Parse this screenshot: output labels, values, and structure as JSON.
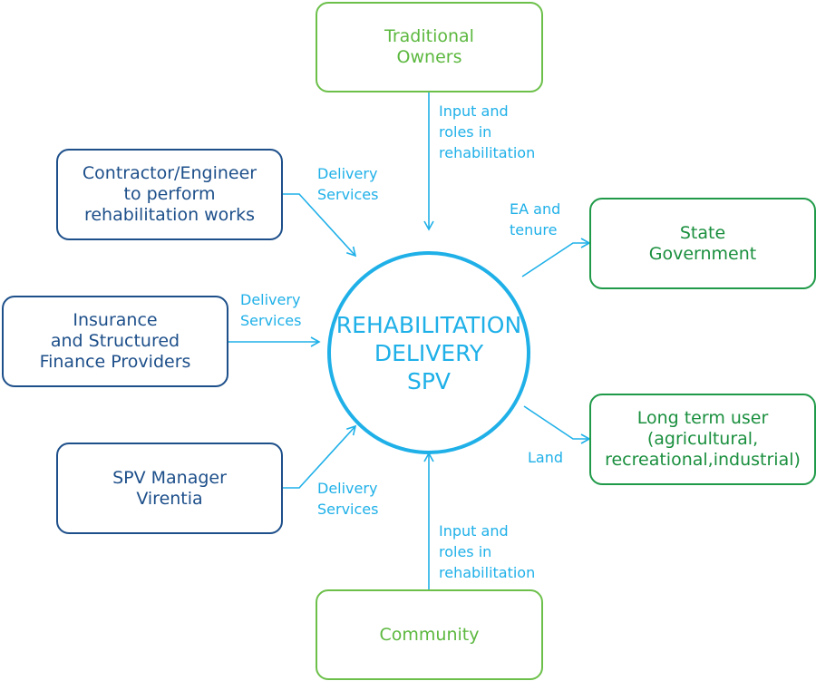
{
  "center": {
    "label": "REHABILITATION\nDELIVERY\nSPV"
  },
  "nodes": {
    "traditional_owners": "Traditional\nOwners",
    "contractor": "Contractor/Engineer\nto perform\nrehabilitation works",
    "insurance": "Insurance\nand Structured\nFinance Providers",
    "spv_manager": "SPV Manager\nVirentia",
    "state_government": "State\nGovernment",
    "long_term_user": "Long term user\n(agricultural,\nrecreational,industrial)",
    "community": "Community"
  },
  "edges": {
    "traditional_owners": "Input and\nroles in\nrehabilitation",
    "contractor": "Delivery\nServices",
    "insurance": "Delivery\nServices",
    "spv_manager": "Delivery\nServices",
    "state_government": "EA and\ntenure",
    "long_term_user": "Land",
    "community": "Input and\nroles in\nrehabilitation"
  },
  "colors": {
    "cyan": "#1fb0e8",
    "dark_blue": "#1d4f8a",
    "light_green": "#6cc04a",
    "dark_green": "#1f9a48"
  }
}
